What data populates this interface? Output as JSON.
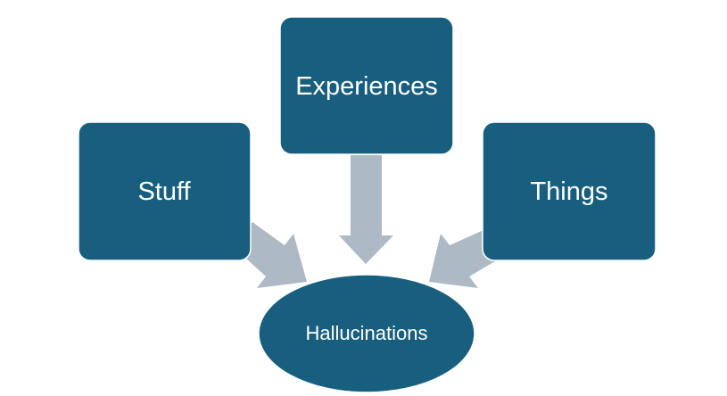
{
  "diagram": {
    "title": "",
    "colors": {
      "node_fill": "#185f7f",
      "node_stroke": "#ffffff",
      "arrow_fill": "#adb9c5",
      "label": "#ffffff",
      "background": "#ffffff"
    },
    "nodes": [
      {
        "id": "experiences",
        "label": "Experiences",
        "shape": "rounded-rect"
      },
      {
        "id": "stuff",
        "label": "Stuff",
        "shape": "rounded-rect"
      },
      {
        "id": "things",
        "label": "Things",
        "shape": "rounded-rect"
      },
      {
        "id": "hallucinations",
        "label": "Hallucinations",
        "shape": "ellipse"
      }
    ],
    "edges": [
      {
        "from": "stuff",
        "to": "hallucinations",
        "style": "block-arrow"
      },
      {
        "from": "experiences",
        "to": "hallucinations",
        "style": "block-arrow"
      },
      {
        "from": "things",
        "to": "hallucinations",
        "style": "block-arrow"
      }
    ]
  }
}
